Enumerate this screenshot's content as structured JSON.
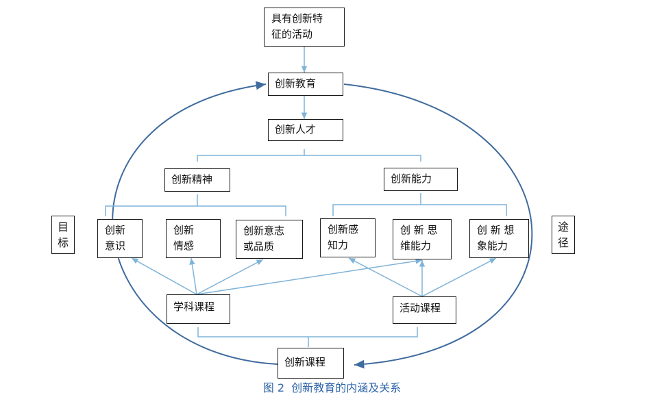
{
  "colors": {
    "arrow": "#7fb3d8",
    "ellipse": "#3f6b9e",
    "box_border": "#1a1a1a",
    "caption": "#2e64a8"
  },
  "nodes": {
    "activities": {
      "line1": "具有创新特",
      "line2": "征的活动"
    },
    "innovation_education": "创新教育",
    "innovative_talent": "创新人才",
    "innovative_spirit": "创新精神",
    "innovative_ability": "创新能力",
    "awareness": {
      "line1": "创新",
      "line2": "意识"
    },
    "emotion": {
      "line1": "创新",
      "line2": "情感"
    },
    "will_quality": {
      "line1": "创新意志",
      "line2": "或品质"
    },
    "perception": {
      "line1": "创新感",
      "line2": "知力"
    },
    "thinking": {
      "line1": "创 新 思",
      "line2": "维能力"
    },
    "imagination": {
      "line1": "创 新 想",
      "line2": "象能力"
    },
    "subject_course": "学科课程",
    "activity_course": "活动课程",
    "innovative_course": "创新课程",
    "goal": {
      "line1": "目",
      "line2": "标"
    },
    "path": {
      "line1": "途",
      "line2": "径"
    }
  },
  "caption": "图 2  创新教育的内涵及关系"
}
